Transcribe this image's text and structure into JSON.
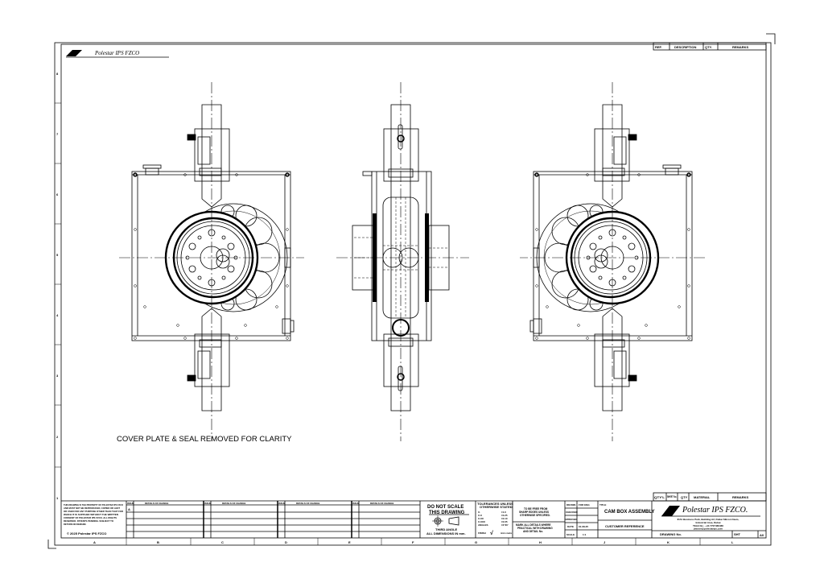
{
  "company": "Polestar IPS FZCO",
  "company_title": "Polestar IPS FZCO.",
  "address": [
    "IFZA Business Park, Building A2, Dubai Silicon Oasis,",
    "Industrial Area, Dubai",
    "TELE No:- +44 7707466466",
    "jmoore@polestarips.com"
  ],
  "parts_header": {
    "ref": "REF.",
    "description": "DESCRIPTION",
    "qty": "QTY.",
    "remarks": "REMARKS"
  },
  "parts_footer": {
    "qty_tot": "QTY'L",
    "sheet": "SHEET No.",
    "qty": "QTY",
    "material": "MATERIAL",
    "remarks": "REMARKS"
  },
  "note": "COVER PLATE & SEAL  REMOVED FOR CLARITY",
  "rows": [
    "8",
    "7",
    "6",
    "5",
    "4",
    "3",
    "2",
    "1"
  ],
  "cols": [
    "A",
    "B",
    "C",
    "D",
    "E",
    "F",
    "G",
    "H",
    "J",
    "K",
    "L"
  ],
  "legal": [
    "THIS DRAWING IS THE PROPERTY OF POLESTAR IPS FZCO",
    "AND MUST NOT BE REPRODUCED, COPIED OR LENT",
    "OR USED FOR ANY PURPOSE OTHER THAN THAT FOR",
    "WHICH IT IS SUPPLIED WITHOUT THE WRITTEN",
    "CONSENT OF POLESTAR IPS FZCO. ALL RIGHTS",
    "RESERVED. PATENTS PENDING. SUBJECT TO",
    "RETURN ON DEMAND."
  ],
  "copyright": "© 2025   Polestar IPS FZCO",
  "revision": {
    "issue": "ISSUE",
    "details": "DETAILS OF CHANGE",
    "first_issue": "A"
  },
  "do_not_scale": [
    "DO NOT SCALE",
    "THIS DRAWING"
  ],
  "projection": [
    "THIRD ANGLE",
    "ALL DIMENSIONS IN mm."
  ],
  "tolerances": {
    "header": [
      "TOLERANCES UNLESS",
      "OTHERWISE STATED"
    ],
    "items": [
      [
        "X.",
        "±1.0"
      ],
      [
        "X.X",
        "±0.25"
      ],
      [
        "X.XX",
        "±0.10"
      ],
      [
        "X.XXX",
        "±0.05"
      ],
      [
        "ANGLES",
        "±0°30'"
      ]
    ],
    "finish": "FINISH",
    "finish_value": "micro metre"
  },
  "edges_note": [
    "TO BE FREE FROM",
    "SHARP EDGES UNLESS",
    "OTHERWISE SPECIFIED."
  ],
  "mark_note": [
    "MARK ALL DETAILS WHERE",
    "PRACTICAL WITH DRAWING",
    "AND DETAIL No."
  ],
  "approvals": {
    "drawn": "DRAWN",
    "drawn_value": "FOR ENG",
    "checked": "CHECKED",
    "approved": "APPROVED",
    "date": "DATE",
    "date_value": "01-08-25",
    "scale": "SCALE",
    "scale_value": "1:1"
  },
  "title_label": "TITLE",
  "title": "CAM BOX ASSEMBLY",
  "customer_ref": "CUSTOMER REFERENCE",
  "drawing_no": "DRAWING No.",
  "sheet": "SHT",
  "size": "A0"
}
